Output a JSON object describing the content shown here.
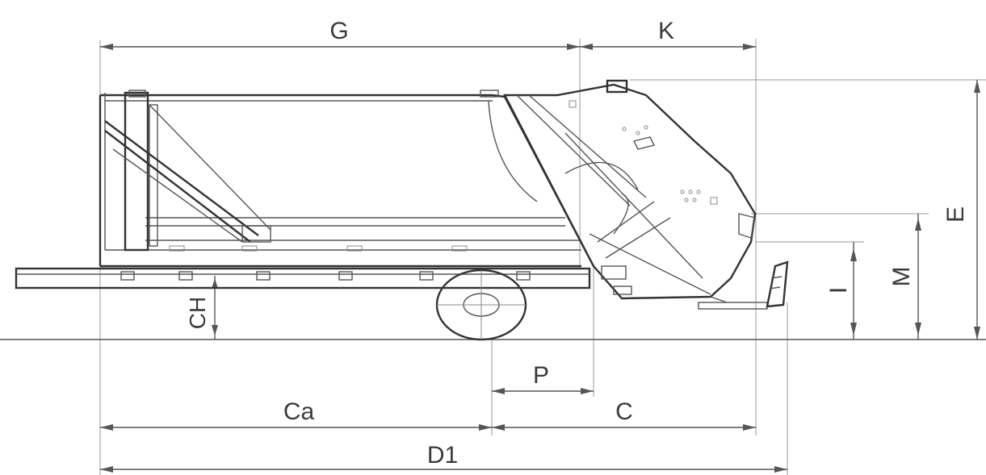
{
  "dimensions": {
    "G": "G",
    "K": "K",
    "E": "E",
    "M": "M",
    "I": "I",
    "CH": "CH",
    "P": "P",
    "Ca": "Ca",
    "C": "C",
    "D1": "D1"
  },
  "colors": {
    "line": "#555555",
    "background": "#ffffff"
  }
}
